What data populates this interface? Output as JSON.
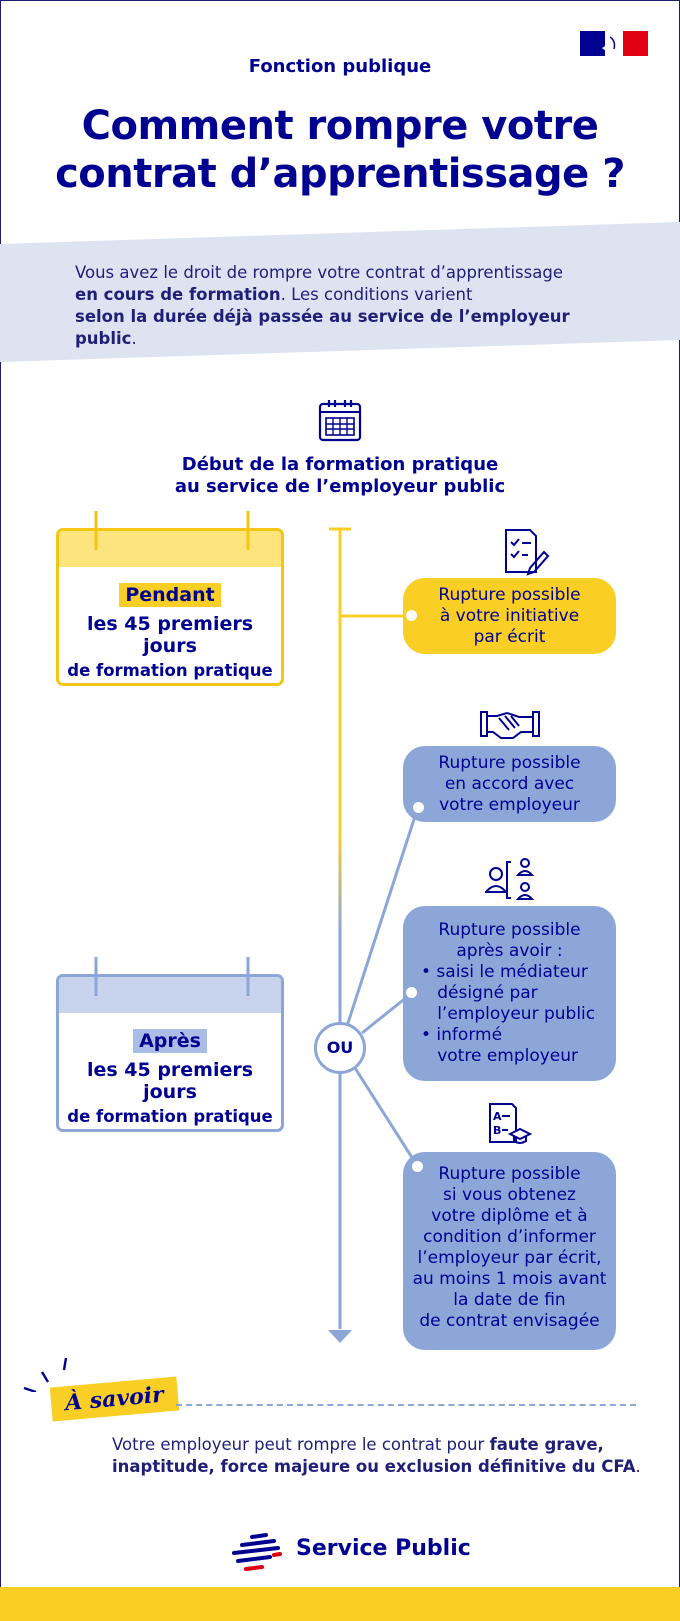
{
  "header": {
    "kicker": "Fonction publique",
    "title_line1": "Comment rompre votre",
    "title_line2": "contrat d’apprentissage ?"
  },
  "intro": {
    "p1": "Vous avez le droit de rompre votre contrat d’apprentissage",
    "p2_bold": "en cours de formation",
    "p2_rest": ". Les conditions varient",
    "p3_bold": "selon la durée déjà passée au service de l’employeur public",
    "p3_end": "."
  },
  "start": {
    "line1": "Début de la formation pratique",
    "line2": "au service de l’employeur public"
  },
  "period_during": {
    "tag": "Pendant",
    "line1": "les 45 premiers jours",
    "line2": "de formation pratique"
  },
  "period_after": {
    "tag": "Après",
    "line1": "les 45 premiers jours",
    "line2": "de formation pratique"
  },
  "or_label": "OU",
  "outcomes": {
    "written": [
      "Rupture possible",
      "à votre initiative",
      "par écrit"
    ],
    "agreement": [
      "Rupture possible",
      "en accord avec",
      "votre employeur"
    ],
    "mediator": {
      "head": [
        "Rupture possible",
        "après avoir :"
      ],
      "items": [
        "• saisi le médiateur",
        "   désigné par",
        "   l’employeur public",
        "• informé",
        "   votre employeur"
      ]
    },
    "diploma": [
      "Rupture possible",
      "si vous obtenez",
      "votre diplôme et à",
      "condition d’informer",
      "l’employeur par écrit,",
      "au moins 1 mois avant",
      "la date de fin",
      "de contrat envisagée"
    ]
  },
  "a_savoir": {
    "label": "À savoir",
    "text_start": "Votre employeur peut rompre le contrat pour ",
    "text_bold1": "faute grave,",
    "text_bold2": "inaptitude, force majeure ou exclusion définitive du CFA",
    "text_end": "."
  },
  "footer": {
    "brand": "Service Public"
  },
  "colors": {
    "navy": "#000091",
    "yellow": "#f9cf25",
    "blue": "#8da6d8",
    "band": "#dde3f1",
    "marianne_red": "#e1000f"
  },
  "icons": [
    "marianne-flag-icon",
    "calendar-icon",
    "checklist-pen-icon",
    "handshake-icon",
    "mediator-people-icon",
    "diploma-icon",
    "service-public-logo-icon"
  ]
}
